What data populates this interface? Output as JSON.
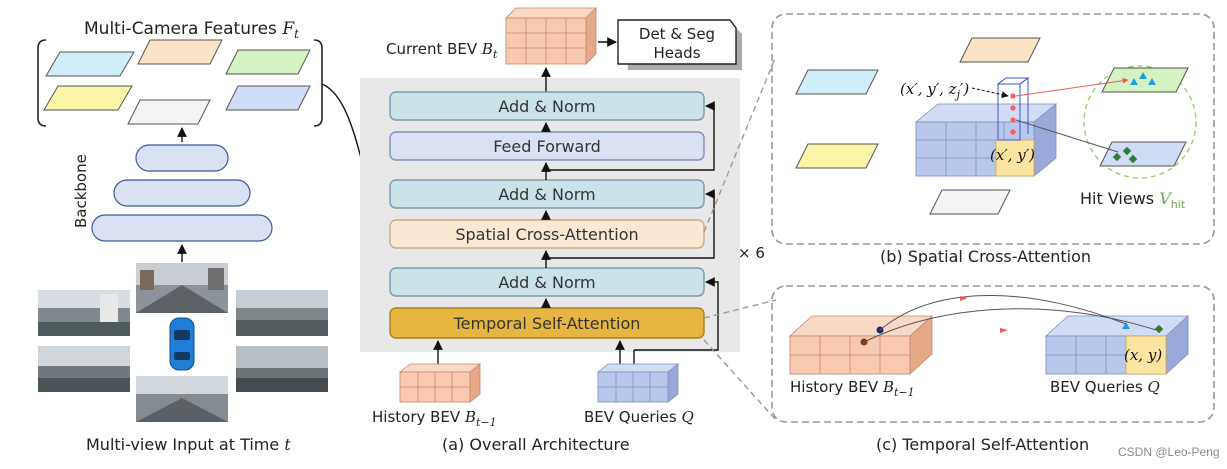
{
  "left": {
    "features_title": "Multi-Camera Features",
    "features_symbol": "F",
    "features_sub": "t",
    "backbone_label": "Backbone",
    "input_caption": "Multi-view Input at Time",
    "input_caption_var": "t"
  },
  "main": {
    "current_bev": "Current BEV",
    "current_bev_symbol": "B",
    "current_bev_sub": "t",
    "heads": [
      "Det & Seg",
      "Heads"
    ],
    "add_norm_1": "Add & Norm",
    "feed_forward": "Feed Forward",
    "add_norm_2": "Add & Norm",
    "spatial_cross_attention": "Spatial Cross-Attention",
    "add_norm_3": "Add & Norm",
    "temporal_self_attention": "Temporal Self-Attention",
    "repeat": "× 6",
    "history_bev": "History BEV",
    "history_bev_symbol": "B",
    "history_bev_sub": "t−1",
    "bev_queries": "BEV Queries",
    "bev_queries_symbol": "Q",
    "caption": "(a) Overall Architecture"
  },
  "sca": {
    "point_label": "(x′, y′, z",
    "point_label_sub": "j",
    "point_label_end": "′)",
    "xy_label": "(x′, y′)",
    "hit_views": "Hit Views",
    "hit_views_symbol": "V",
    "hit_views_sub": "hit",
    "caption": "(b) Spatial Cross-Attention"
  },
  "tsa": {
    "history_bev": "History BEV",
    "history_bev_symbol": "B",
    "history_bev_sub": "t−1",
    "bev_queries": "BEV Queries",
    "bev_queries_symbol": "Q",
    "xy_label": "(x, y)",
    "caption": "(c) Temporal Self-Attention"
  },
  "watermark": "CSDN @Leo-Peng",
  "colors": {
    "add_norm": "#c9e3e8",
    "feed_forward": "#d9e1f2",
    "sca": "#fbe8d3",
    "tsa": "#e6b641",
    "bev_orange": "#f6c9b0",
    "bev_blue": "#b9c7ea",
    "query_yellow": "#fbe3a0",
    "hit_green": "#6aa84f",
    "panel_gray": "#e8e8e8"
  }
}
